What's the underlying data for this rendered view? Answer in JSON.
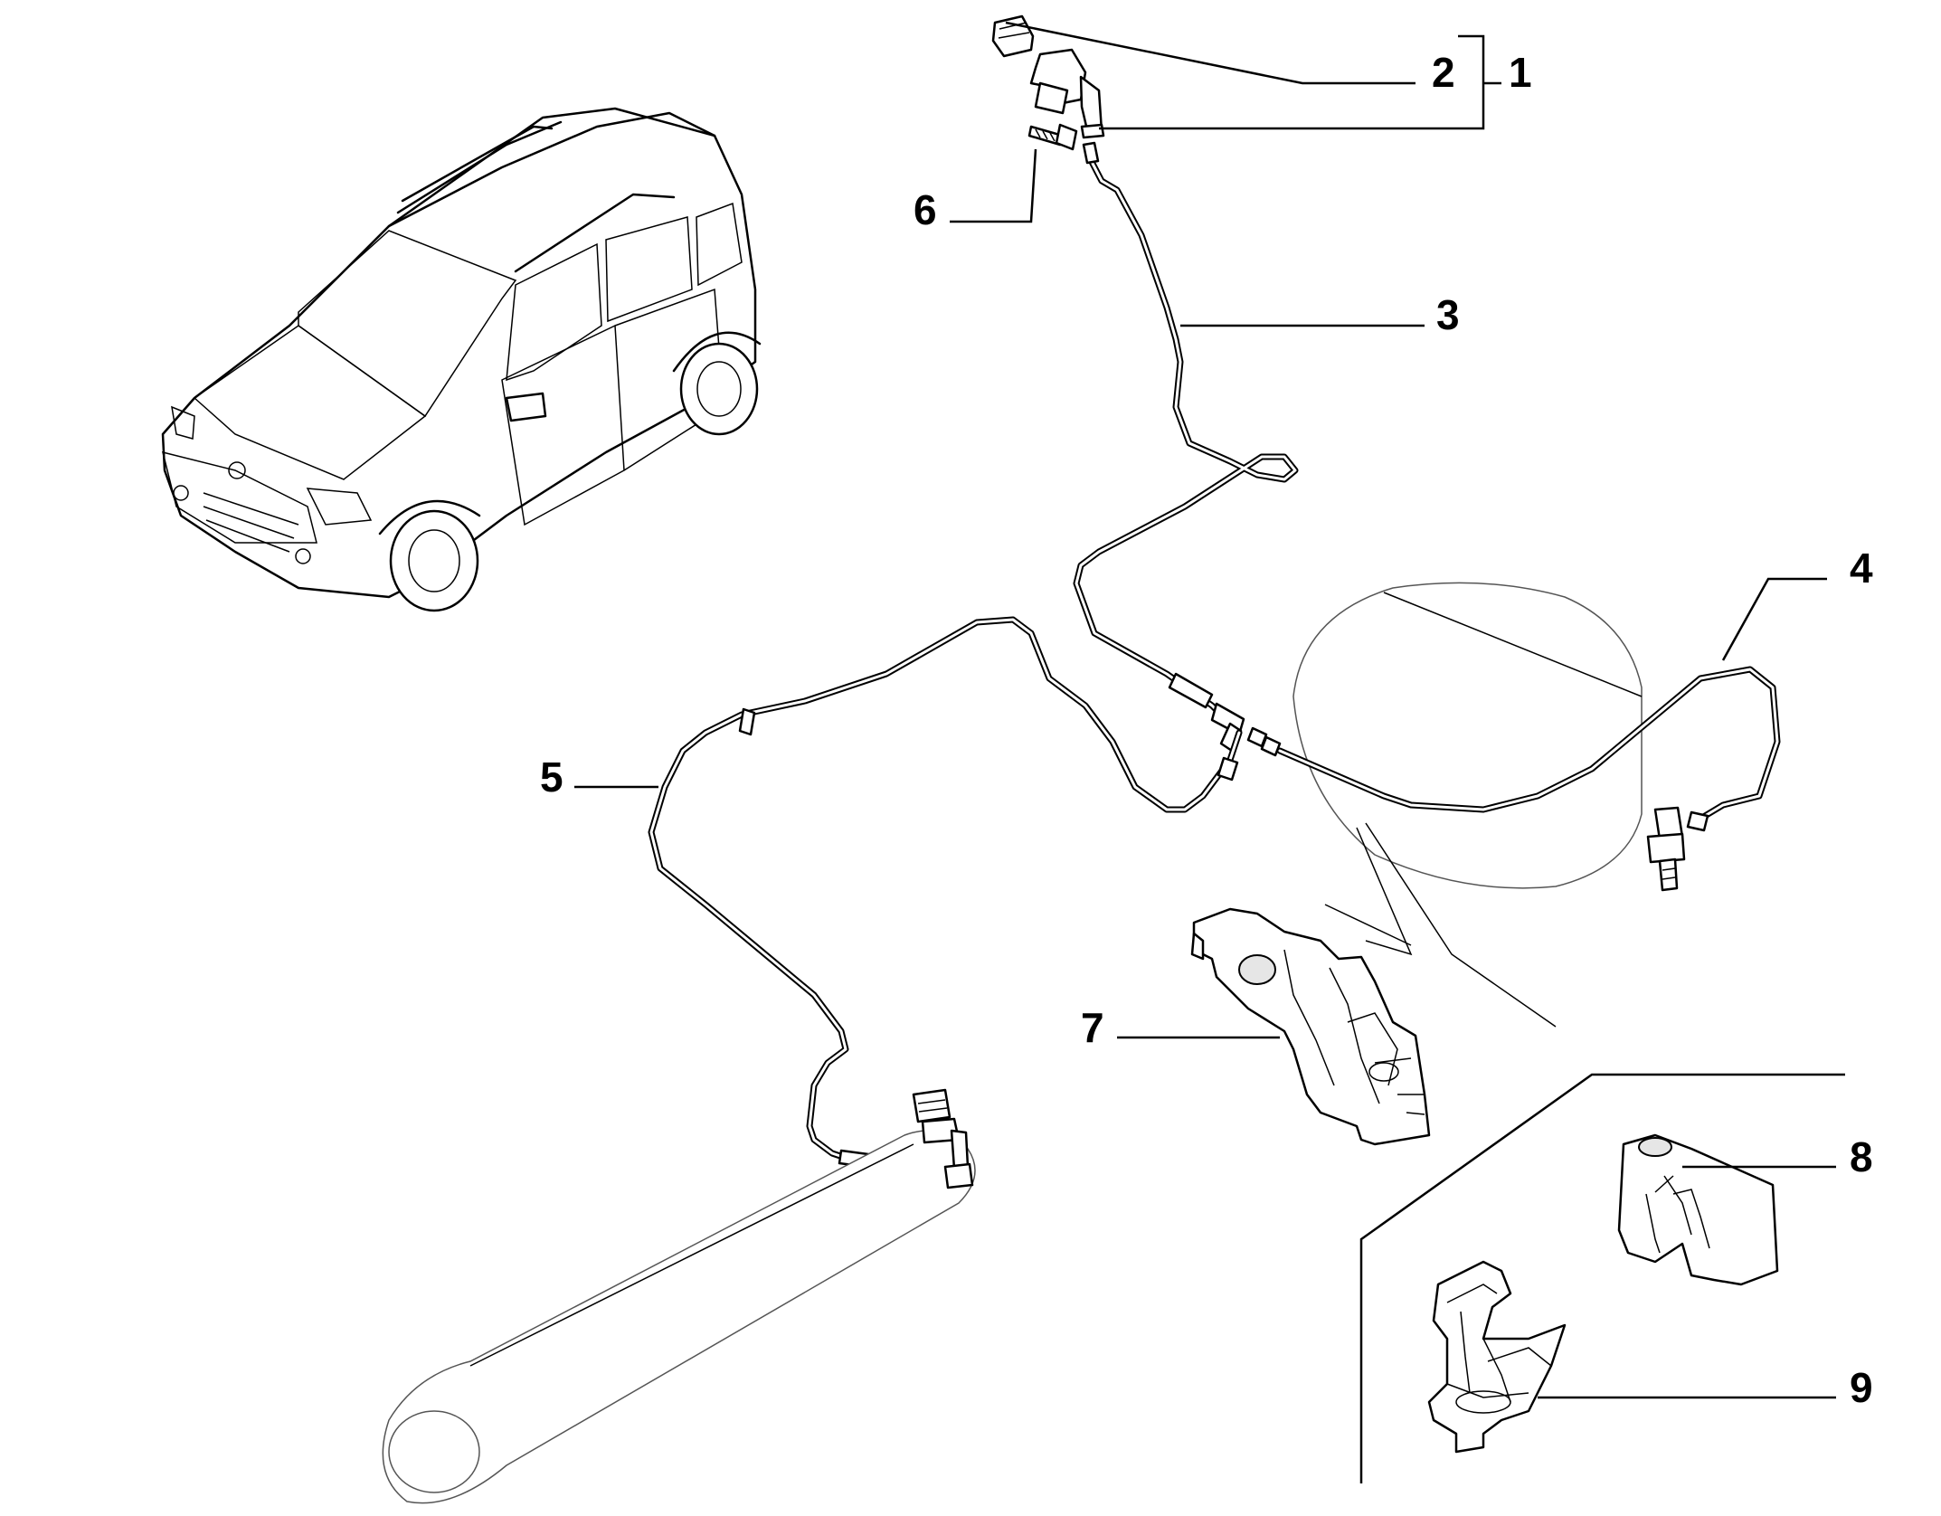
{
  "callouts": [
    {
      "id": "1",
      "label": "1"
    },
    {
      "id": "2",
      "label": "2"
    },
    {
      "id": "3",
      "label": "3"
    },
    {
      "id": "4",
      "label": "4"
    },
    {
      "id": "5",
      "label": "5"
    },
    {
      "id": "6",
      "label": "6"
    },
    {
      "id": "7",
      "label": "7"
    },
    {
      "id": "8",
      "label": "8"
    },
    {
      "id": "9",
      "label": "9"
    }
  ],
  "colors": {
    "line": "#000000",
    "background": "#ffffff",
    "tank_outline": "#555555"
  }
}
